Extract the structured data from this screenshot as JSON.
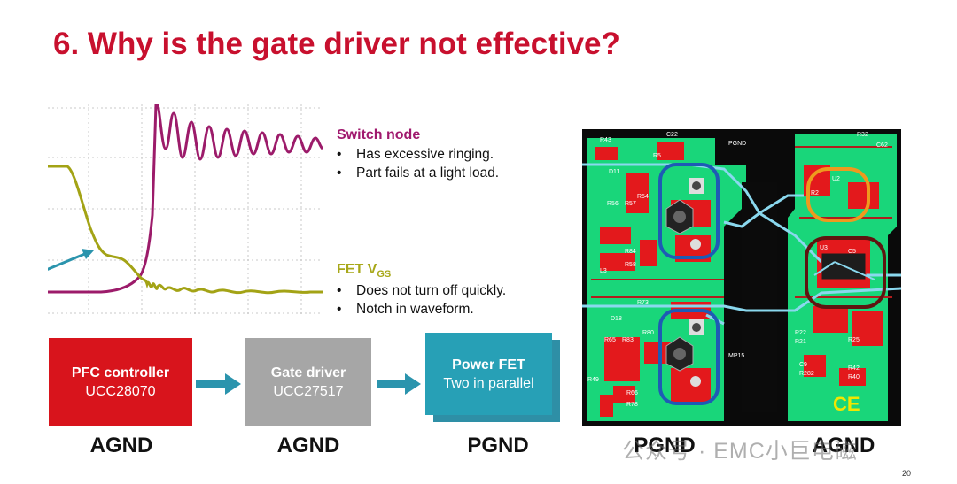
{
  "title": "6. Why is the gate driver not effective?",
  "switch_node": {
    "heading": "Switch node",
    "bullets": [
      "Has excessive ringing.",
      "Part fails at a light load."
    ]
  },
  "fet_vgs": {
    "heading": "FET V",
    "heading_sub": "GS",
    "bullets": [
      "Does not turn off quickly.",
      "Notch in waveform."
    ]
  },
  "blocks": {
    "pfc": {
      "line1": "PFC controller",
      "line2": "UCC28070"
    },
    "gate": {
      "line1": "Gate driver",
      "line2": "UCC27517"
    },
    "fet": {
      "line1": "Power FET",
      "line2": "Two in parallel"
    }
  },
  "grounds": [
    "AGND",
    "AGND",
    "PGND",
    "PGND",
    "AGND"
  ],
  "pcb_labels": [
    "R43",
    "C22",
    "PGND",
    "R32",
    "C62",
    "D11",
    "R5",
    "R54",
    "R57",
    "R56",
    "U2",
    "R2",
    "C5",
    "U3",
    "R84",
    "R58",
    "L3",
    "R73",
    "D18",
    "R65",
    "R83",
    "R80",
    "MP15",
    "R66",
    "R78",
    "R49",
    "R22",
    "R21",
    "R25",
    "R42",
    "R40",
    "C9",
    "R282"
  ],
  "watermark": "公众号 · EMC小巨电磁",
  "page_number": "20",
  "colors": {
    "title": "#c8102e",
    "switch_node": "#a0196e",
    "fet_vgs": "#a8a81a",
    "pfc": "#d8141c",
    "gate": "#a6a6a6",
    "fet": "#27a0b6",
    "arrow": "#2b94ad"
  }
}
